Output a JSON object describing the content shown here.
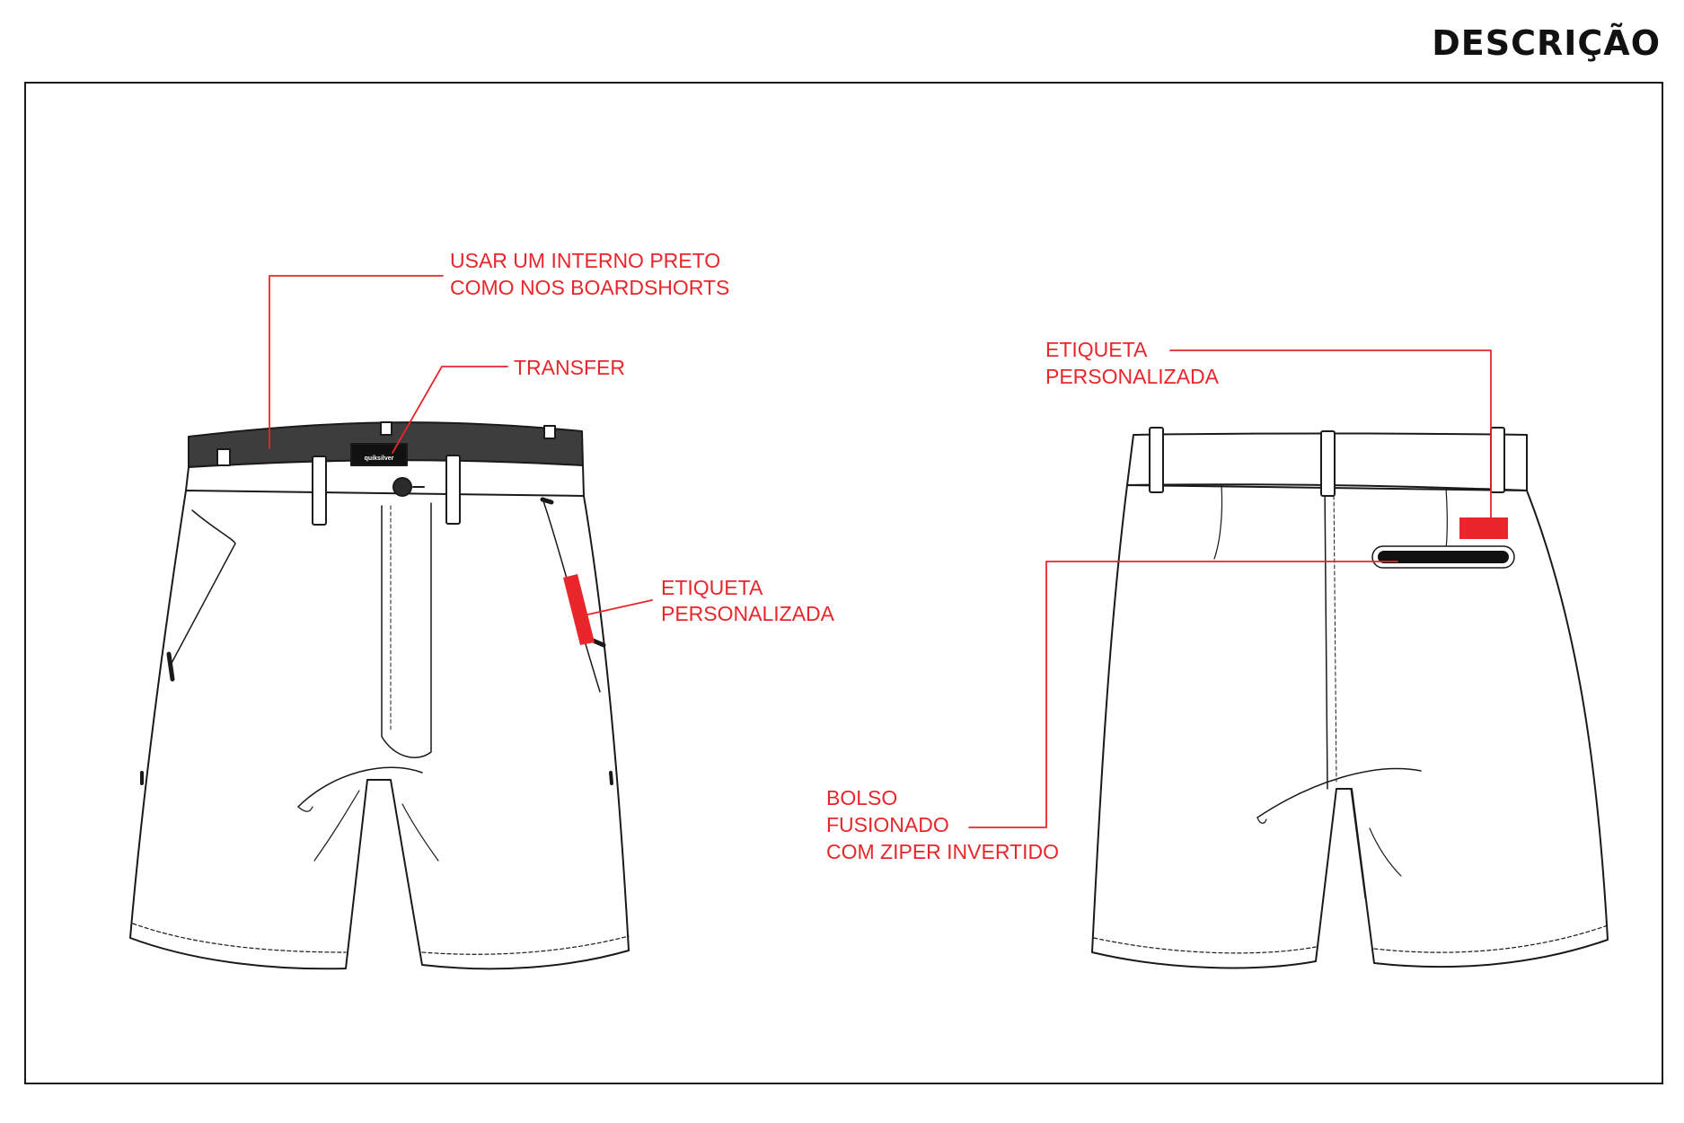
{
  "header": {
    "title": "DESCRIÇÃO"
  },
  "colors": {
    "accent": "#e8262b",
    "ink": "#1a1a1a",
    "waistband_inner": "#3d3d3d"
  },
  "front_view": {
    "brand_label": "quiksilver",
    "callouts": {
      "lining": [
        "USAR UM INTERNO PRETO",
        "COMO NOS BOARDSHORTS"
      ],
      "transfer": [
        "TRANSFER"
      ],
      "custom_label": [
        "ETIQUETA",
        "PERSONALIZADA"
      ]
    }
  },
  "back_view": {
    "callouts": {
      "custom_label": [
        "ETIQUETA",
        "PERSONALIZADA"
      ],
      "pocket": [
        "BOLSO",
        "FUSIONADO",
        "COM ZIPER INVERTIDO"
      ]
    }
  }
}
